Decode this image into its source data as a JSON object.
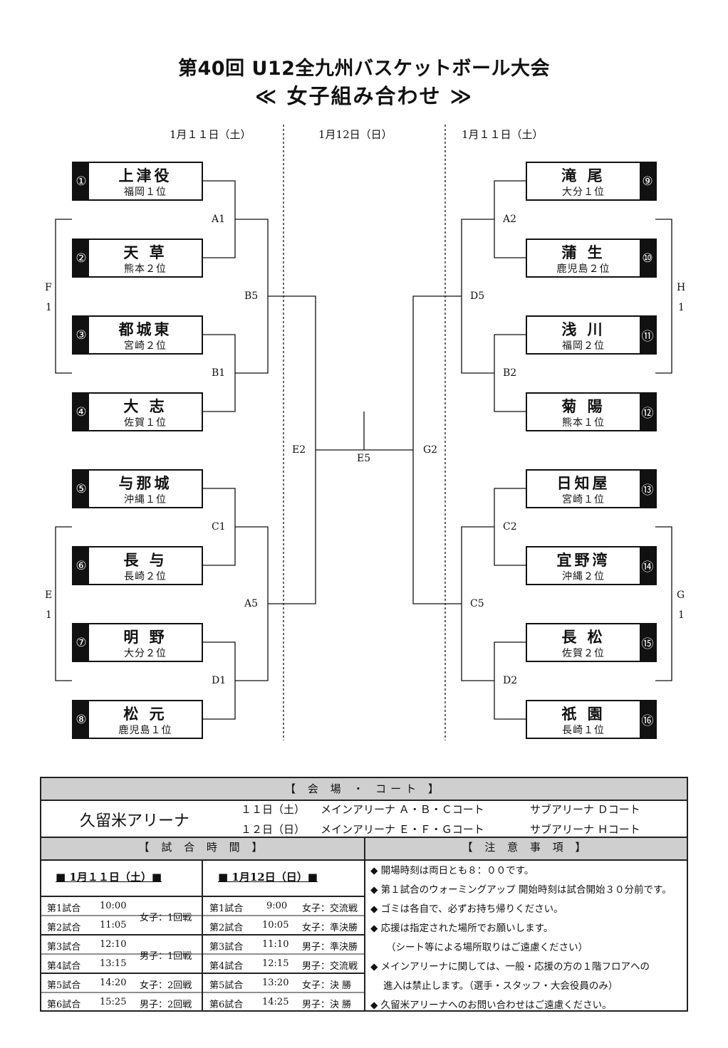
{
  "title": "第40回 U12全九州バスケットボール大会",
  "subtitle": "≪ 女子組み合わせ ≫",
  "dates": {
    "left": "1月１１日（土）",
    "center": "1月12日（日）",
    "right": "1月１１日（土）"
  },
  "teams": [
    {
      "num": "①",
      "name": "上津役",
      "rank": "福岡１位"
    },
    {
      "num": "②",
      "name": "天 草",
      "rank": "熊本２位"
    },
    {
      "num": "③",
      "name": "都城東",
      "rank": "宮崎２位"
    },
    {
      "num": "④",
      "name": "大 志",
      "rank": "佐賀１位"
    },
    {
      "num": "⑤",
      "name": "与那城",
      "rank": "沖縄１位"
    },
    {
      "num": "⑥",
      "name": "長 与",
      "rank": "長崎２位"
    },
    {
      "num": "⑦",
      "name": "明 野",
      "rank": "大分２位"
    },
    {
      "num": "⑧",
      "name": "松 元",
      "rank": "鹿児島１位"
    },
    {
      "num": "⑨",
      "name": "滝 尾",
      "rank": "大分１位"
    },
    {
      "num": "⑩",
      "name": "蒲 生",
      "rank": "鹿児島２位"
    },
    {
      "num": "⑪",
      "name": "浅 川",
      "rank": "福岡２位"
    },
    {
      "num": "⑫",
      "name": "菊 陽",
      "rank": "熊本１位"
    },
    {
      "num": "⑬",
      "name": "日知屋",
      "rank": "宮崎１位"
    },
    {
      "num": "⑭",
      "name": "宜野湾",
      "rank": "沖縄２位"
    },
    {
      "num": "⑮",
      "name": "長 松",
      "rank": "佐賀２位"
    },
    {
      "num": "⑯",
      "name": "祇 園",
      "rank": "長崎１位"
    }
  ],
  "matches": {
    "A1": "A1",
    "B1": "B1",
    "C1": "C1",
    "D1": "D1",
    "B5": "B5",
    "A5": "A5",
    "E2": "E2",
    "E5": "E5",
    "G2": "G2",
    "A2": "A2",
    "B2": "B2",
    "C2": "C2",
    "D2": "D2",
    "D5": "D5",
    "C5": "C5"
  },
  "side_labels": {
    "F1": [
      "F",
      "1"
    ],
    "E1": [
      "E",
      "1"
    ],
    "H1": [
      "H",
      "1"
    ],
    "G1": [
      "G",
      "1"
    ]
  },
  "venue": {
    "header": "【 会 場 ・ コート 】",
    "name": "久留米アリーナ",
    "rows": [
      {
        "day": "１１日（土）",
        "main": "メインアリーナ Ａ・Ｂ・Ｃコート",
        "sub": "サブアリーナ Ｄコート"
      },
      {
        "day": "１２日（日）",
        "main": "メインアリーナ Ｅ・Ｆ・Ｇコート",
        "sub": "サブアリーナ Ｈコート"
      }
    ]
  },
  "schedule": {
    "header": "【 試 合 時 間 】",
    "day1": {
      "title": "■ 1月１１日（土）■",
      "rows": [
        {
          "game": "第1試合",
          "time": "10:00"
        },
        {
          "game": "第2試合",
          "time": "11:05"
        },
        {
          "game": "第3試合",
          "time": "12:10"
        },
        {
          "game": "第4試合",
          "time": "13:15"
        },
        {
          "game": "第5試合",
          "time": "14:20",
          "note": "女子：2回戦"
        },
        {
          "game": "第6試合",
          "time": "15:25",
          "note": "男子：2回戦"
        }
      ],
      "group_notes": [
        "女子：1回戦",
        "男子：1回戦"
      ]
    },
    "day2": {
      "title": "■ 1月12日（日）■",
      "rows": [
        {
          "game": "第1試合",
          "time": "9:00",
          "note": "女子：交流戦"
        },
        {
          "game": "第2試合",
          "time": "10:05",
          "note": "女子：準決勝"
        },
        {
          "game": "第3試合",
          "time": "11:10",
          "note": "男子：準決勝"
        },
        {
          "game": "第4試合",
          "time": "12:15",
          "note": "男子：交流戦"
        },
        {
          "game": "第5試合",
          "time": "13:20",
          "note": "女子：決 勝"
        },
        {
          "game": "第6試合",
          "time": "14:25",
          "note": "男子：決 勝"
        }
      ]
    }
  },
  "notes": {
    "header": "【 注 意 事 項 】",
    "items": [
      "◆ 開場時刻は両日とも８：００です。",
      "◆ 第１試合のウォーミングアップ 開始時刻は試合開始３０分前です。",
      "◆ ゴミは各自で、必ずお持ち帰りください。",
      "◆ 応援は指定された場所でお願いします。",
      "（シート等による場所取りはご遠慮ください）",
      "◆ メインアリーナに関しては、一般・応援の方の１階フロアへの",
      "進入は禁止します。（選手・スタッフ・大会役員のみ）",
      "◆ 久留米アリーナへのお問い合わせはご遠慮ください。"
    ]
  }
}
